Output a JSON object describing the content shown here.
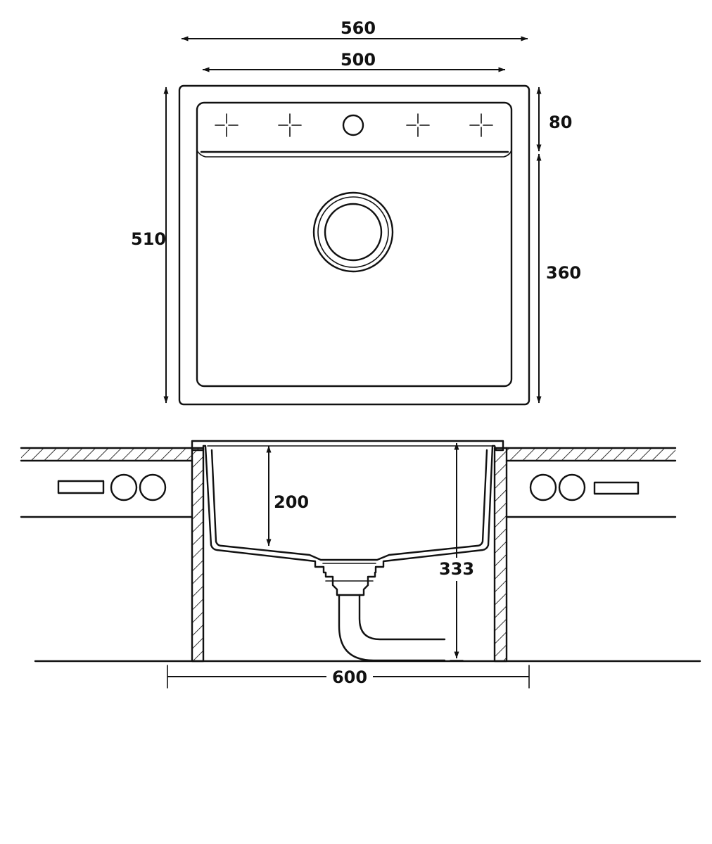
{
  "dimensions": {
    "outer_width": "560",
    "bowl_width": "500",
    "total_depth": "510",
    "tap_ledge": "80",
    "bowl_depth": "360",
    "bowl_height": "200",
    "drain_height": "333",
    "cabinet_width": "600"
  },
  "colors": {
    "line": "#111111",
    "background": "#ffffff"
  },
  "icons": {
    "tap_hole_marks": [
      "crosshair-icon",
      "crosshair-icon",
      "crosshair-icon",
      "crosshair-icon"
    ],
    "overflow": "circle-icon",
    "drain": "ring-icon"
  }
}
